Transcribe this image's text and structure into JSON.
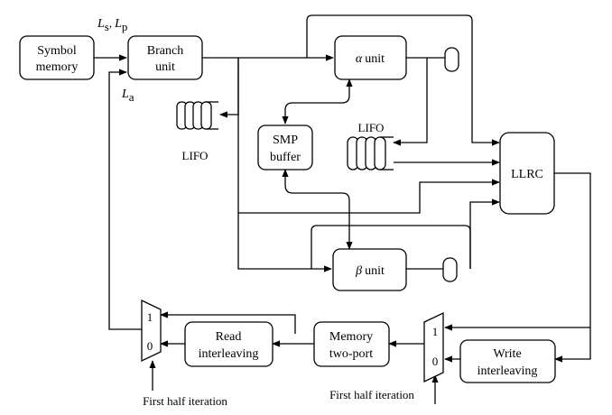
{
  "blocks": {
    "symbol_memory": [
      "Symbol",
      "memory"
    ],
    "branch_unit": [
      "Branch",
      "unit"
    ],
    "alpha_unit": {
      "symbol": "α",
      "text": "unit"
    },
    "beta_unit": {
      "symbol": "β",
      "text": "unit"
    },
    "smp_buffer": [
      "SMP",
      "buffer"
    ],
    "llrc": "LLRC",
    "memory_two_port": [
      "Memory",
      "two-port"
    ],
    "read_interleaving": [
      "Read",
      "interleaving"
    ],
    "write_interleaving": [
      "Write",
      "interleaving"
    ]
  },
  "labels": {
    "lifo_left": "LIFO",
    "lifo_right": "LIFO",
    "ls": "L",
    "ls_sub": "s",
    "comma": ",",
    "lp": "L",
    "lp_sub": "p",
    "la": "L",
    "la_sub": "a",
    "mux_left_1": "1",
    "mux_left_0": "0",
    "mux_right_1": "1",
    "mux_right_0": "0",
    "first_half_left": "First half iteration",
    "first_half_right": "First half iteration"
  }
}
